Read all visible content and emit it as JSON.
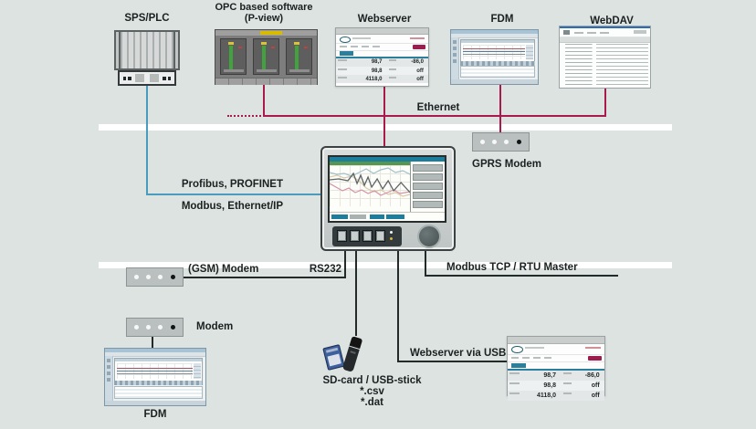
{
  "title": "Data logger connectivity diagram",
  "colors": {
    "background": "#dde3e1",
    "ethernet_line": "#a81a4d",
    "fieldbus_line": "#4a9cbf",
    "serial_line": "#232a2a",
    "separator_band": "#ffffff",
    "device_screen_teal": "#1d7d9c",
    "device_screen_green": "#57964f"
  },
  "icons": {
    "plc": "plc-rack-icon",
    "modem": "modem-box-icon",
    "modem_leds": [
      "white",
      "white",
      "white",
      "black"
    ],
    "device": "data-logger-icon",
    "sd_card": "sd-card-icon",
    "usb_stick": "usb-stick-icon",
    "rotary_knob": "rotary-knob-icon"
  },
  "nodes": {
    "sps_plc": {
      "label": "SPS/PLC"
    },
    "opc": {
      "label_line1": "OPC based software",
      "label_line2": "(P-view)"
    },
    "webserver": {
      "label": "Webserver"
    },
    "fdm_top": {
      "label": "FDM"
    },
    "webdav": {
      "label": "WebDAV"
    },
    "gprs_modem": {
      "label": "GPRS Modem"
    },
    "gsm_modem": {
      "label": "(GSM) Modem"
    },
    "modem": {
      "label": "Modem"
    },
    "fdm_bottom": {
      "label": "FDM"
    },
    "sd_usb": {
      "label": "SD-card / USB-stick",
      "file_csv": "*.csv",
      "file_dat": "*.dat"
    }
  },
  "connections": {
    "ethernet": {
      "label": "Ethernet"
    },
    "profibus": {
      "label": "Profibus, PROFINET"
    },
    "modbus_ethernet_ip": {
      "label": "Modbus, Ethernet/IP"
    },
    "rs232": {
      "label": "RS232"
    },
    "modbus_tcp": {
      "label": "Modbus TCP / RTU Master"
    },
    "webserver_via_usb": {
      "label": "Webserver via USB"
    }
  },
  "webserver_table": {
    "rows": [
      {
        "v1": "98,7",
        "v2": "-86,0"
      },
      {
        "v1": "98,8",
        "v2": "off"
      },
      {
        "v1": "4118,0",
        "v2": "off"
      }
    ]
  }
}
